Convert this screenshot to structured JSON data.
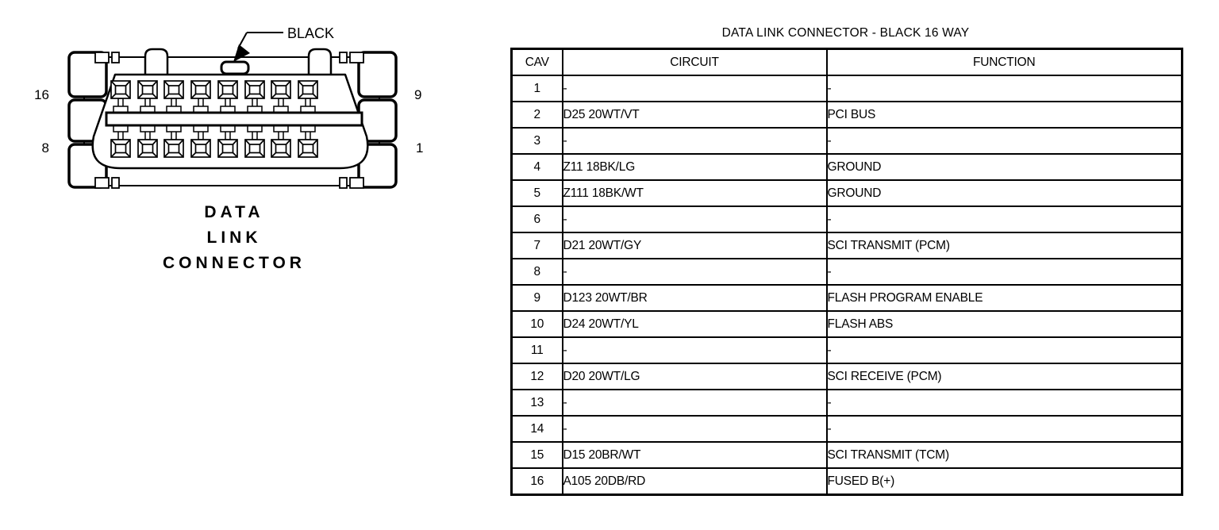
{
  "colors": {
    "ink": "#000000",
    "paper": "#ffffff"
  },
  "diagram": {
    "color_label": "BLACK",
    "pin_labels": {
      "top_left": "16",
      "bottom_left": "8",
      "top_right": "9",
      "bottom_right": "1"
    },
    "caption_lines": [
      "DATA",
      "LINK",
      "CONNECTOR"
    ]
  },
  "table": {
    "title": "DATA LINK CONNECTOR - BLACK 16 WAY",
    "columns": [
      "CAV",
      "CIRCUIT",
      "FUNCTION"
    ],
    "rows": [
      {
        "cav": "1",
        "circuit": "-",
        "function": "-"
      },
      {
        "cav": "2",
        "circuit": "D25 20WT/VT",
        "function": "PCI BUS"
      },
      {
        "cav": "3",
        "circuit": "-",
        "function": "-"
      },
      {
        "cav": "4",
        "circuit": "Z11 18BK/LG",
        "function": "GROUND"
      },
      {
        "cav": "5",
        "circuit": "Z111 18BK/WT",
        "function": "GROUND"
      },
      {
        "cav": "6",
        "circuit": "-",
        "function": "-"
      },
      {
        "cav": "7",
        "circuit": "D21 20WT/GY",
        "function": "SCI TRANSMIT (PCM)"
      },
      {
        "cav": "8",
        "circuit": "-",
        "function": "-"
      },
      {
        "cav": "9",
        "circuit": "D123 20WT/BR",
        "function": "FLASH PROGRAM ENABLE"
      },
      {
        "cav": "10",
        "circuit": "D24 20WT/YL",
        "function": "FLASH ABS"
      },
      {
        "cav": "11",
        "circuit": "-",
        "function": "-"
      },
      {
        "cav": "12",
        "circuit": "D20 20WT/LG",
        "function": "SCI RECEIVE (PCM)"
      },
      {
        "cav": "13",
        "circuit": "-",
        "function": "-"
      },
      {
        "cav": "14",
        "circuit": "-",
        "function": "-"
      },
      {
        "cav": "15",
        "circuit": "D15 20BR/WT",
        "function": "SCI TRANSMIT (TCM)"
      },
      {
        "cav": "16",
        "circuit": "A105 20DB/RD",
        "function": "FUSED B(+)"
      }
    ]
  }
}
